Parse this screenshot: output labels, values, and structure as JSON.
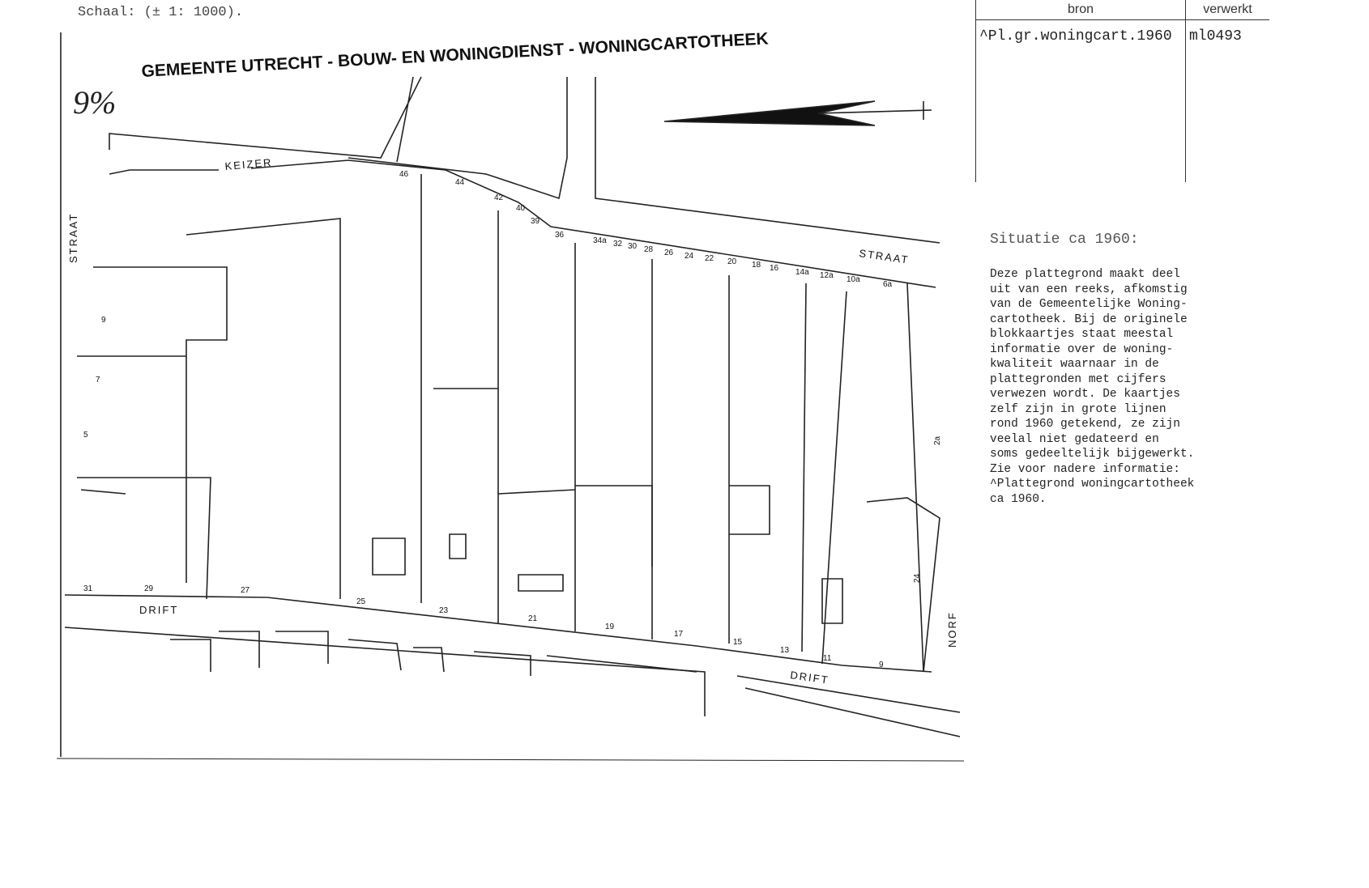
{
  "scale": "Schaal: (± 1: 1000).",
  "map": {
    "title": "GEMEENTE UTRECHT - BOUW- EN WONINGDIENST - WONINGCARTOTHEEK",
    "handwritten_note": "9%",
    "streets": [
      "KEIZER",
      "STRAAT",
      "STRAAT",
      "DRIFT",
      "DRIFT",
      "NORF"
    ],
    "house_numbers_top": [
      "46",
      "44",
      "42",
      "40",
      "39",
      "36",
      "34a",
      "32",
      "30",
      "28",
      "26",
      "24",
      "22",
      "20",
      "18",
      "16",
      "14a",
      "12a",
      "10a",
      "6a"
    ],
    "house_numbers_bottom": [
      "31",
      "29",
      "27",
      "25",
      "23",
      "21",
      "19",
      "17",
      "15",
      "13",
      "11",
      "9"
    ],
    "house_numbers_side": [
      "9",
      "7",
      "5",
      "2a",
      "24"
    ]
  },
  "meta_table": {
    "headers": [
      "bron",
      "verwerkt"
    ],
    "bron": "^Pl.gr.woningcart.1960",
    "verwerkt": "ml0493"
  },
  "situatie": {
    "title": "Situatie ca 1960:",
    "body": "Deze plattegrond maakt deel\nuit van een reeks, afkomstig\nvan de Gemeentelijke Woning-\ncartotheek. Bij de originele\nblokkaartjes staat meestal\ninformatie over de woning-\nkwaliteit waarnaar in de\nplattegronden met cijfers\nverwezen wordt. De kaartjes\nzelf zijn in grote lijnen\nrond 1960 getekend, ze zijn\nveelal niet gedateerd en\nsoms gedeeltelijk bijgewerkt.\nZie voor nadere informatie:\n^Plattegrond woningcartotheek\nca 1960."
  }
}
